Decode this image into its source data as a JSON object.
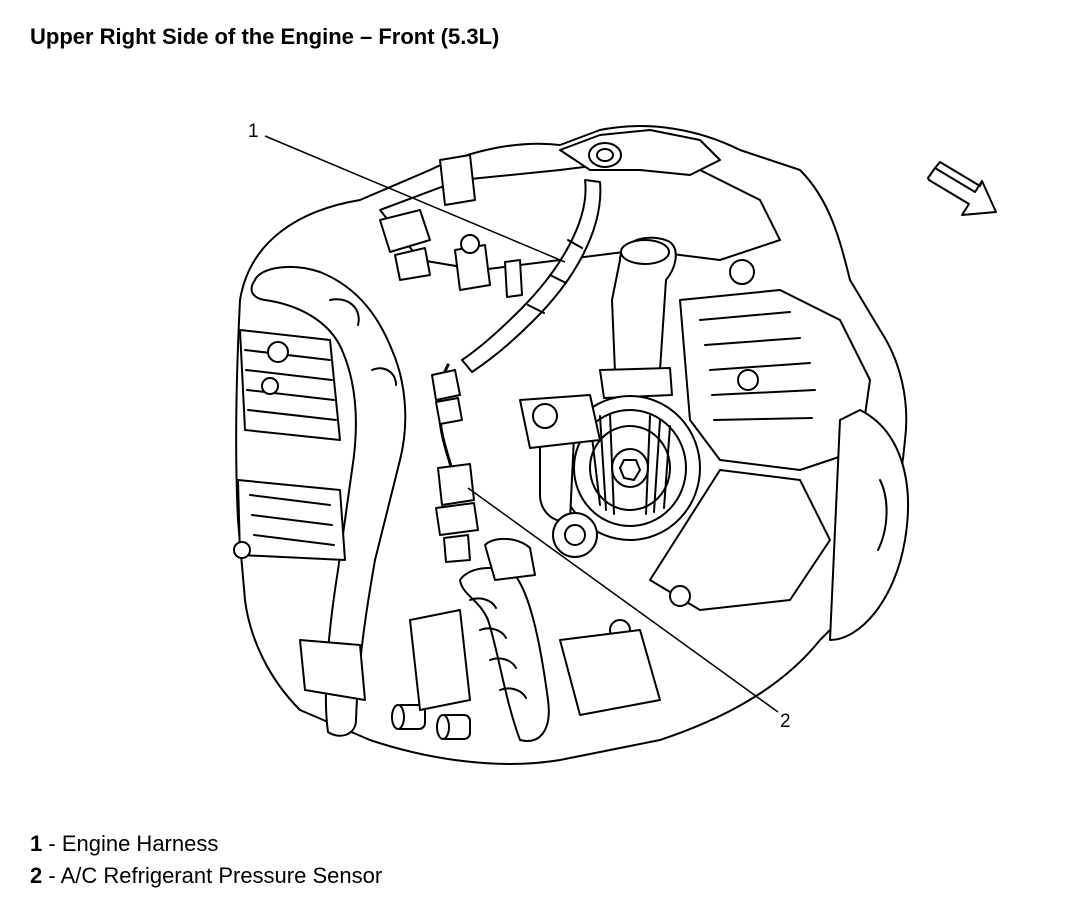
{
  "title": "Upper Right Side of the Engine – Front (5.3L)",
  "callouts": [
    {
      "number": "1",
      "label": "Engine Harness"
    },
    {
      "number": "2",
      "label": "A/C Refrigerant Pressure Sensor"
    }
  ],
  "legend_separator": " - ",
  "orientation": "front-arrow-icon"
}
